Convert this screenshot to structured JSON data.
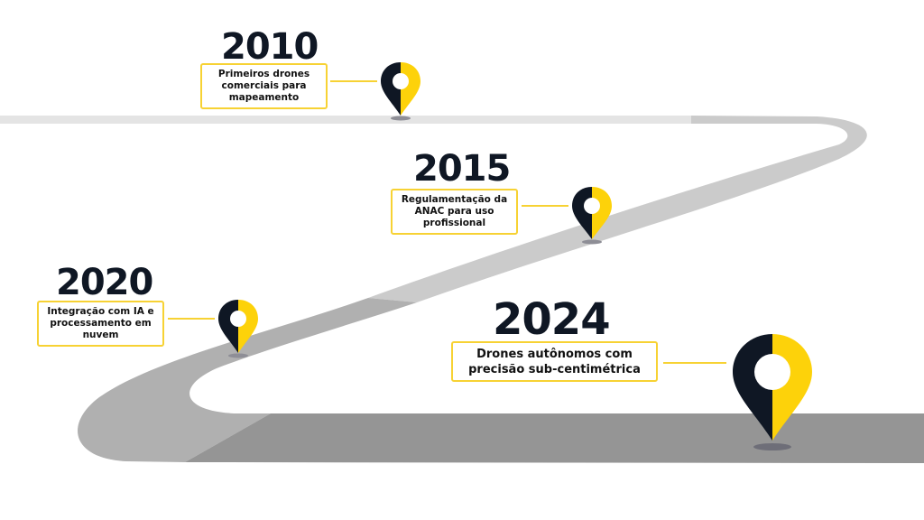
{
  "title": "Drone mapping timeline",
  "colors": {
    "pin_dark": "#0f1724",
    "pin_yellow": "#fdd20a",
    "accent_border": "#f7d234",
    "year_text": "#0f1724",
    "road_light": "#e4e4e4",
    "road_mid": "#cbcbcb",
    "road_dark": "#b0b0b0",
    "road_darkest": "#959595"
  },
  "milestones": [
    {
      "year": "2010",
      "lines": [
        "Primeiros drones",
        "comerciais para",
        "mapeamento"
      ],
      "icon": "map-pin-icon"
    },
    {
      "year": "2015",
      "lines": [
        "Regulamentação da",
        "ANAC para uso",
        "profissional"
      ],
      "icon": "map-pin-icon"
    },
    {
      "year": "2020",
      "lines": [
        "Integração com IA e",
        "processamento em",
        "nuvem"
      ],
      "icon": "map-pin-icon"
    },
    {
      "year": "2024",
      "lines": [
        "Drones autônomos com",
        "precisão sub-centimétrica"
      ],
      "icon": "map-pin-icon"
    }
  ]
}
